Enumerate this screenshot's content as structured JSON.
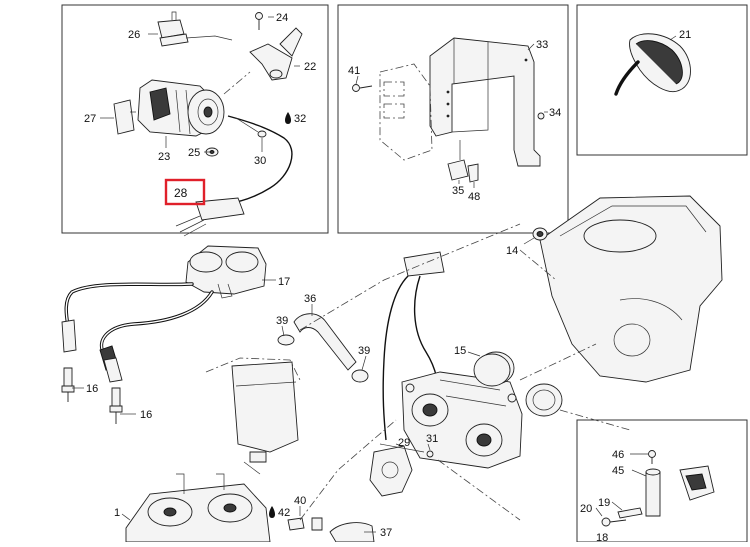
{
  "diagram": {
    "highlight_color": "#e0202a",
    "callouts": [
      {
        "id": "c26",
        "label": "26"
      },
      {
        "id": "c24",
        "label": "24"
      },
      {
        "id": "c22",
        "label": "22"
      },
      {
        "id": "c27",
        "label": "27"
      },
      {
        "id": "c32",
        "label": "32"
      },
      {
        "id": "c25",
        "label": "25"
      },
      {
        "id": "c23",
        "label": "23"
      },
      {
        "id": "c30",
        "label": "30"
      },
      {
        "id": "c28",
        "label": "28"
      },
      {
        "id": "c41",
        "label": "41"
      },
      {
        "id": "c33",
        "label": "33"
      },
      {
        "id": "c34",
        "label": "34"
      },
      {
        "id": "c35",
        "label": "35"
      },
      {
        "id": "c48",
        "label": "48"
      },
      {
        "id": "c21",
        "label": "21"
      },
      {
        "id": "c14",
        "label": "14"
      },
      {
        "id": "c17",
        "label": "17"
      },
      {
        "id": "c36",
        "label": "36"
      },
      {
        "id": "c39a",
        "label": "39"
      },
      {
        "id": "c39b",
        "label": "39"
      },
      {
        "id": "c15",
        "label": "15"
      },
      {
        "id": "c16a",
        "label": "16"
      },
      {
        "id": "c16b",
        "label": "16"
      },
      {
        "id": "c29",
        "label": "29"
      },
      {
        "id": "c31",
        "label": "31"
      },
      {
        "id": "c1",
        "label": "1"
      },
      {
        "id": "c42",
        "label": "42"
      },
      {
        "id": "c40",
        "label": "40"
      },
      {
        "id": "c37",
        "label": "37"
      },
      {
        "id": "c46",
        "label": "46"
      },
      {
        "id": "c45",
        "label": "45"
      },
      {
        "id": "c19",
        "label": "19"
      },
      {
        "id": "c20",
        "label": "20"
      },
      {
        "id": "c18",
        "label": "18"
      }
    ]
  }
}
